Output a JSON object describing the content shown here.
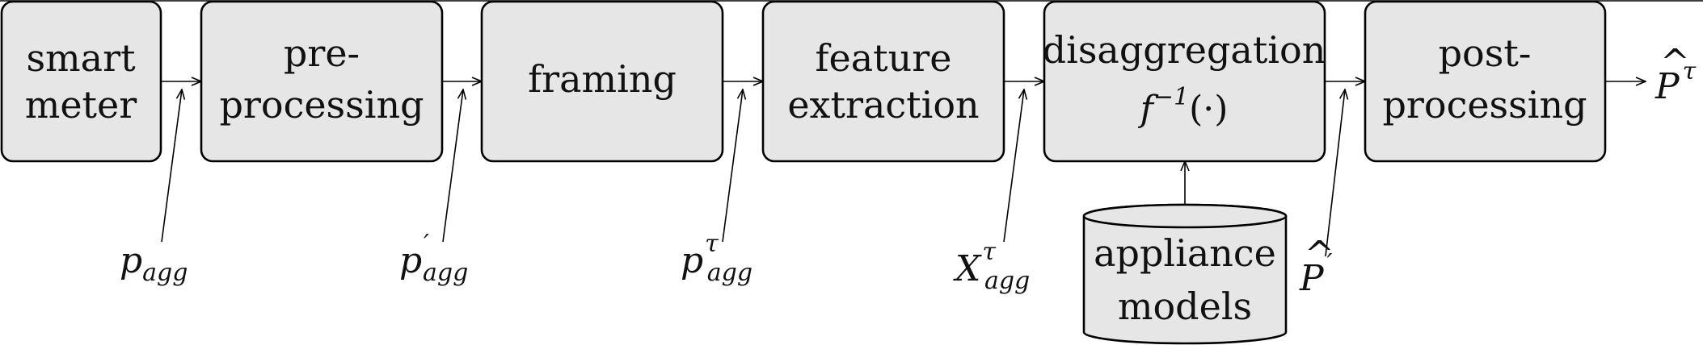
{
  "blocks": {
    "smart_meter": {
      "line1": "smart",
      "line2": "meter"
    },
    "preprocessing": {
      "line1": "pre-",
      "line2": "processing"
    },
    "framing": {
      "line1": "framing"
    },
    "feature_extraction": {
      "line1": "feature",
      "line2": "extraction"
    },
    "disaggregation": {
      "line1": "disaggregation",
      "line2_func": "f",
      "line2_sup": "−1",
      "line2_arg": "(·)"
    },
    "postprocessing": {
      "line1": "post-",
      "line2": "processing"
    },
    "appliance_models": {
      "line1": "appliance",
      "line2": "models"
    }
  },
  "signals": {
    "p_agg": {
      "base": "p",
      "sub": "agg"
    },
    "p_agg_prime": {
      "base": "p",
      "sup": "′",
      "sub": "agg"
    },
    "p_agg_tau": {
      "base": "p",
      "sup": "τ",
      "sub": "agg"
    },
    "X_agg_tau": {
      "base": "X",
      "sup": "τ",
      "sub": "agg"
    },
    "P_hat_prime": {
      "base": "P",
      "hat": "^",
      "sup": "′"
    },
    "P_hat_tau": {
      "base": "P",
      "hat": "^",
      "sup": "τ"
    }
  }
}
